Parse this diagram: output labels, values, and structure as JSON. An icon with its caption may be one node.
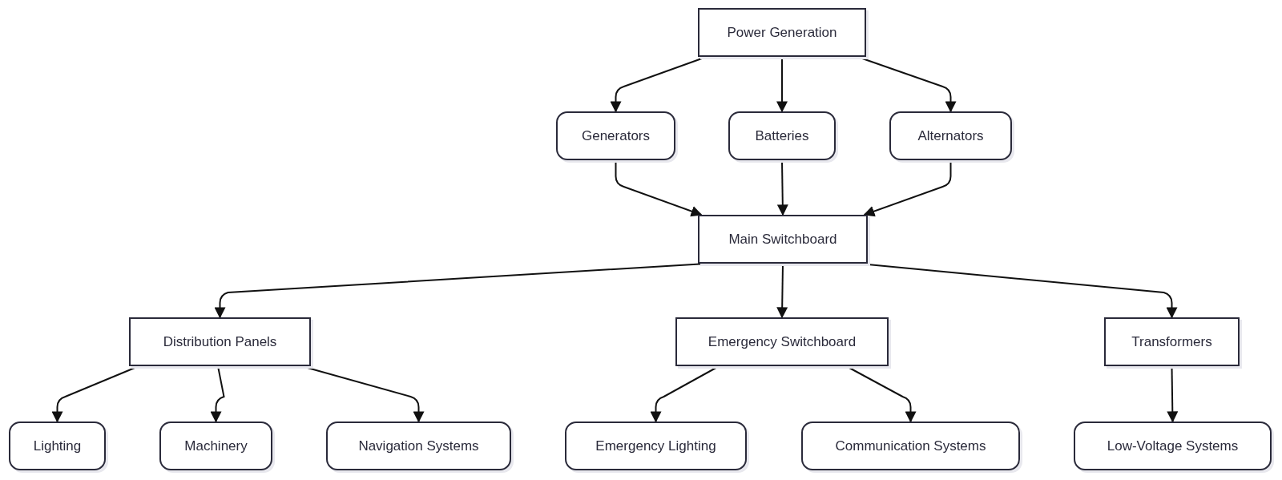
{
  "diagram": {
    "nodes": [
      {
        "text": [
          "Power Generation"
        ]
      },
      {
        "text": [
          "Generators"
        ]
      },
      {
        "text": [
          "Batteries"
        ]
      },
      {
        "text": [
          "Alternators"
        ]
      },
      {
        "text": [
          "Main Switchboard"
        ]
      },
      {
        "text": [
          "Distribution Panels"
        ]
      },
      {
        "text": [
          "Emergency Switchboard"
        ]
      },
      {
        "text": [
          "Transformers"
        ]
      },
      {
        "text": [
          "Lighting"
        ]
      },
      {
        "text": [
          "Machinery"
        ]
      },
      {
        "text": [
          "Navigation Systems"
        ]
      },
      {
        "text": [
          "Emergency Lighting"
        ]
      },
      {
        "text": [
          "Communication Systems"
        ]
      },
      {
        "text": [
          "Low-Voltage Systems"
        ]
      }
    ],
    "edges": [
      {
        "from": 0,
        "to": 1,
        "arrow": "to"
      },
      {
        "from": 0,
        "to": 2,
        "arrow": "to"
      },
      {
        "from": 0,
        "to": 3,
        "arrow": "to"
      },
      {
        "from": 1,
        "to": 4,
        "arrow": "to"
      },
      {
        "from": 2,
        "to": 4,
        "arrow": "to"
      },
      {
        "from": 3,
        "to": 4,
        "arrow": "to"
      },
      {
        "from": 4,
        "to": 5,
        "arrow": "to"
      },
      {
        "from": 4,
        "to": 6,
        "arrow": "to"
      },
      {
        "from": 4,
        "to": 7,
        "arrow": "to"
      },
      {
        "from": 5,
        "to": 8,
        "arrow": "to"
      },
      {
        "from": 5,
        "to": 9,
        "arrow": "to"
      },
      {
        "from": 5,
        "to": 10,
        "arrow": "to"
      },
      {
        "from": 6,
        "to": 11,
        "arrow": "to"
      },
      {
        "from": 6,
        "to": 12,
        "arrow": "to"
      },
      {
        "from": 7,
        "to": 13,
        "arrow": "to"
      }
    ]
  }
}
